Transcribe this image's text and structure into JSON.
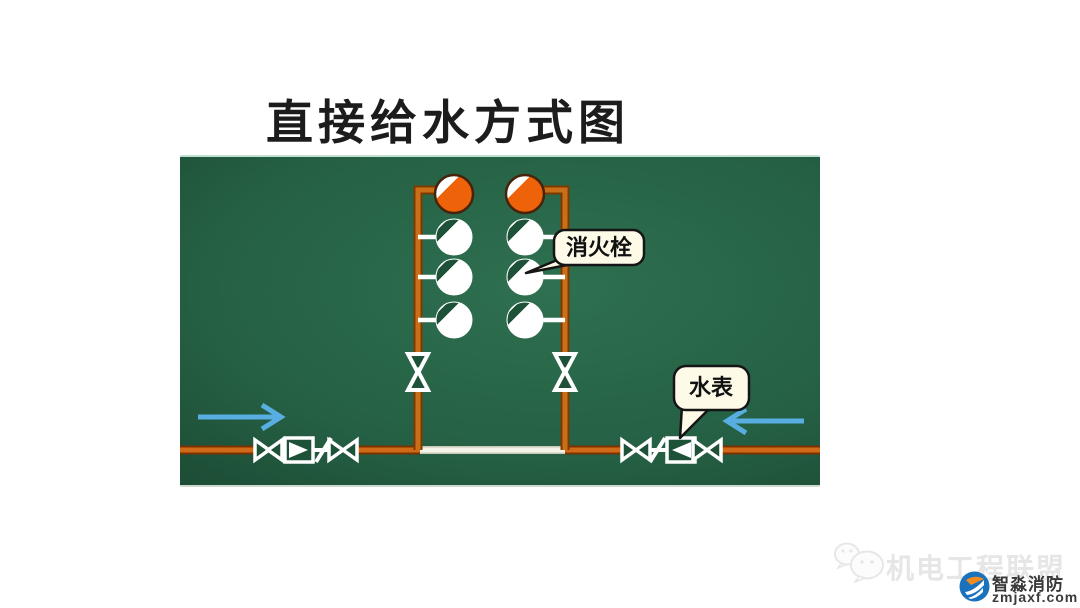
{
  "title": "直接给水方式图",
  "diagram": {
    "labels": {
      "hydrant": "消火栓",
      "water_meter": "水表"
    },
    "colors": {
      "panel_green": "#256044",
      "pipe_orange": "#cf6b18",
      "pipe_border": "#7d3000",
      "hydrant_orange": "#ee6309",
      "symbol_white": "#ffffff",
      "callout_bg": "#fdfbe8",
      "arrow_blue": "#58ade1"
    }
  },
  "watermark": {
    "text": "机电工程联盟",
    "brand_name": "智淼消防",
    "brand_site": "zmjaxf.com"
  }
}
